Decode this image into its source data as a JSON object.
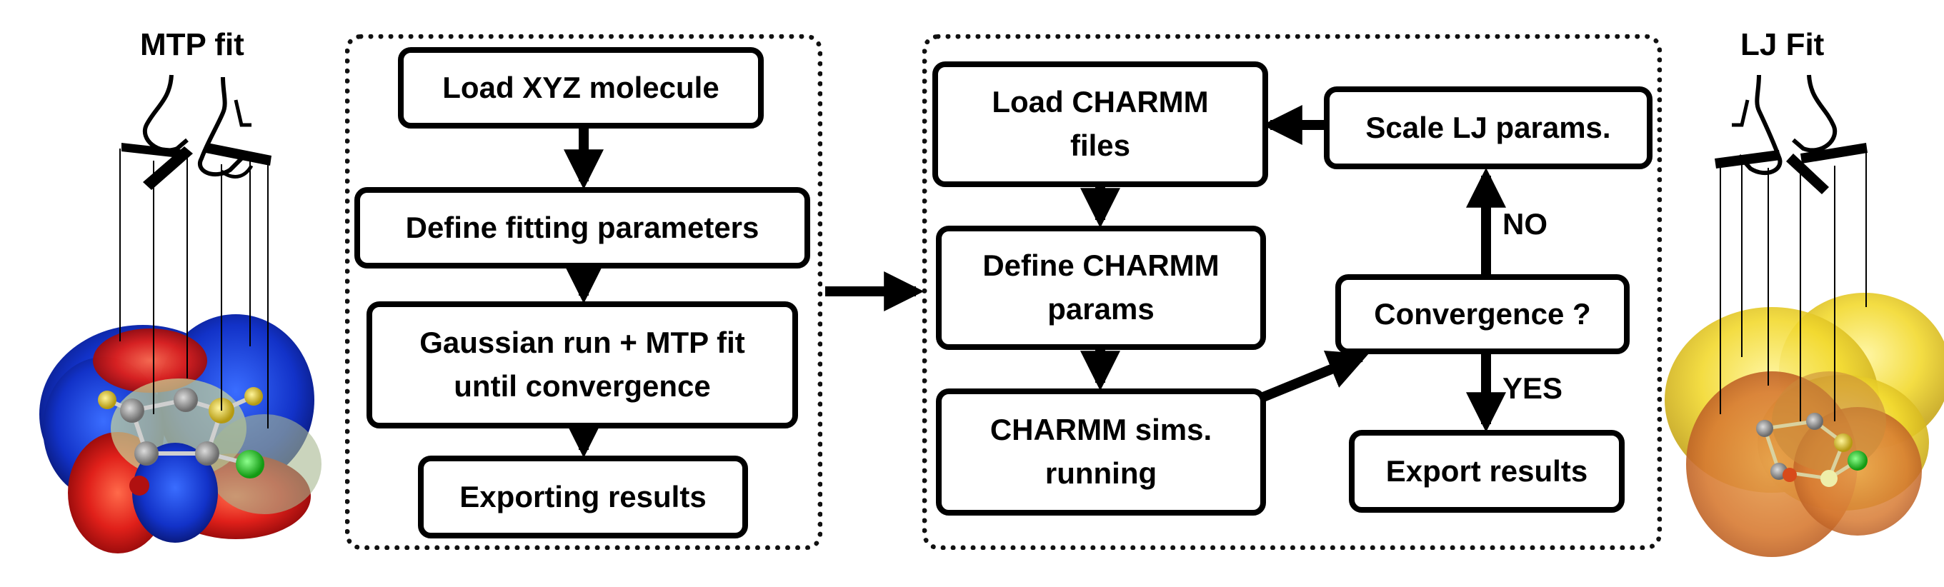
{
  "labels": {
    "left_title": "MTP fit",
    "right_title": "LJ Fit"
  },
  "left_flow": {
    "load": "Load XYZ molecule",
    "define": "Define fitting parameters",
    "gaussian": "Gaussian run + MTP fit\nuntil convergence",
    "export": "Exporting results"
  },
  "right_flow": {
    "load": "Load CHARMM\nfiles",
    "define": "Define CHARMM\nparams",
    "sims": "CHARMM sims.\nrunning",
    "convergence": "Convergence ?",
    "scale": "Scale LJ params.",
    "export": "Export results"
  },
  "edges": {
    "no": "NO",
    "yes": "YES"
  }
}
